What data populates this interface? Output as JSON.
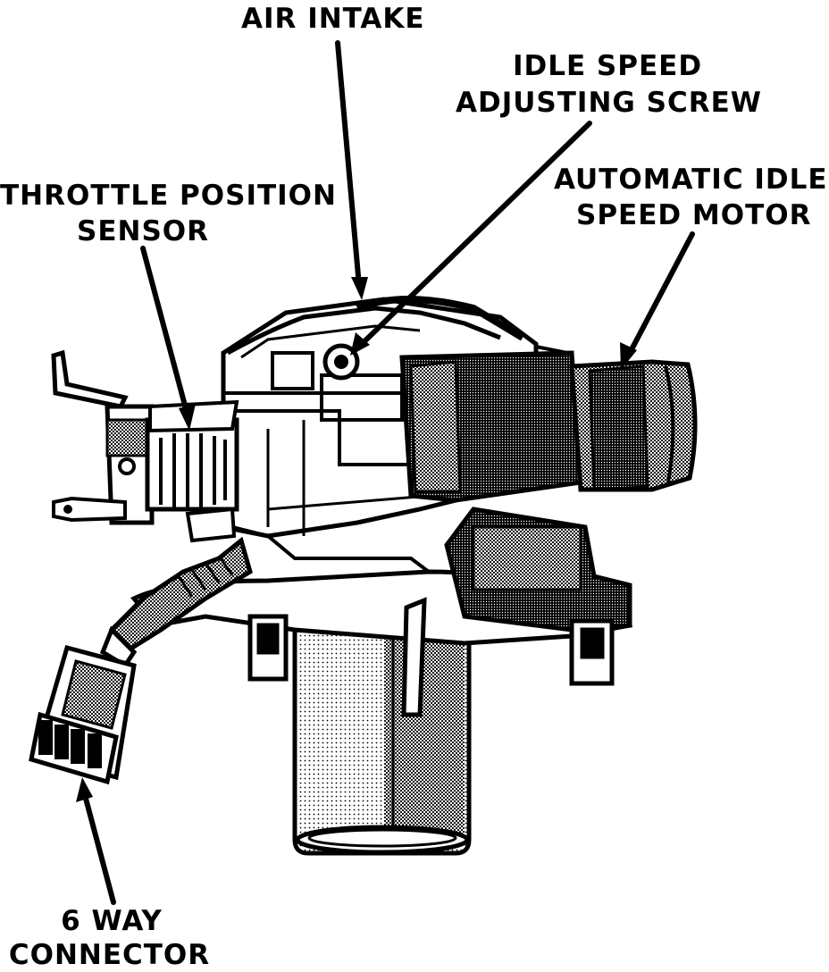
{
  "labels": {
    "air_intake": "AIR INTAKE",
    "idle_screw_line1": "IDLE SPEED",
    "idle_screw_line2": "ADJUSTING SCREW",
    "aism_line1": "AUTOMATIC IDLE",
    "aism_line2": "SPEED MOTOR",
    "tps_line1": "THROTTLE POSITION",
    "tps_line2": "SENSOR",
    "connector_line1": "6 WAY",
    "connector_line2": "CONNECTOR"
  },
  "colors": {
    "ink": "#000000",
    "paper": "#ffffff",
    "shade": "#7a7a7a"
  }
}
